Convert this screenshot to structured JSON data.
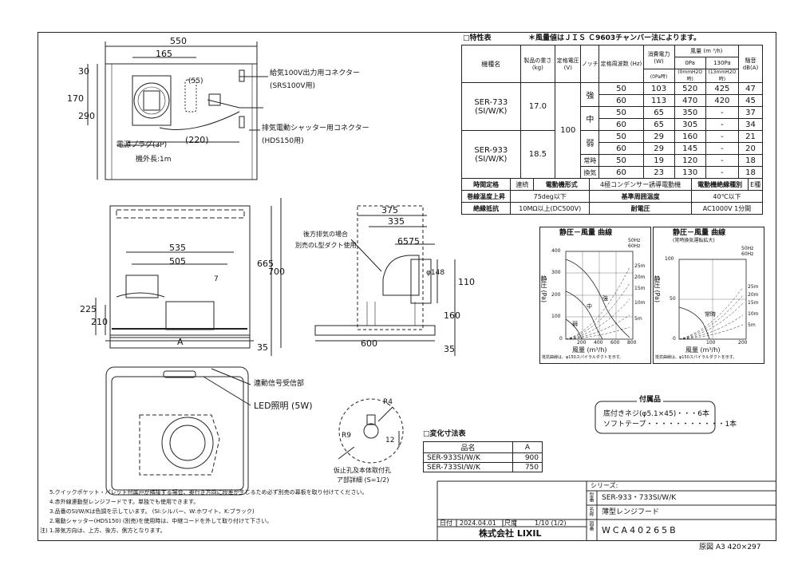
{
  "views": {
    "top": {
      "dim_width": "550",
      "dim_165": "165",
      "dim_30": "30",
      "dim_170": "170",
      "dim_290": "290",
      "dim_55": "(55)",
      "dim_220": "(220)",
      "connector_100v": "給気100V出力用コネクター",
      "connector_100v_sub": "(SRS100V用)",
      "shutter_connector": "排気電動シャッター用コネクター",
      "shutter_connector_sub": "(HDS150用)",
      "plug": "電源プラグ(3P)",
      "cord_length": "機外長:1m"
    },
    "front": {
      "dim_535": "535",
      "dim_505": "505",
      "dim_7": "7",
      "dim_225": "225",
      "dim_210": "210",
      "dim_665": "665",
      "dim_700": "700",
      "dim_35": "35",
      "dim_A": "A"
    },
    "side": {
      "dim_375": "375",
      "dim_335": "335",
      "dim_6575": "6575",
      "dim_d148": "φ148",
      "dim_110": "110",
      "dim_160": "160",
      "dim_600": "600",
      "dim_35": "35",
      "rear_note_1": "後方排気の場合",
      "rear_note_2": "別売のL型ダクト使用"
    },
    "bottom": {
      "sensor": "連動信号受信部",
      "led": "LED照明 (5W)"
    },
    "detail": {
      "r4": "R4",
      "r9": "R9",
      "d12": "12",
      "caption_1": "仮止孔及本体取付孔",
      "caption_2": "ア部詳細 (S=1/2)"
    }
  },
  "spec": {
    "title": "□特性表",
    "note": "＊風量値はＪＩＳ Ｃ9603チャンバー法によります。",
    "headers": {
      "model": "機種名",
      "weight": "製品の重さ (kg)",
      "voltage": "定格電圧 (V)",
      "notch": "ノッチ",
      "freq": "定格周波数 (Hz)",
      "power": "消費電力 (W)",
      "power_sub": "(0Pa時)",
      "airflow": "風量 (m ³/h)",
      "pa0": "0Pa",
      "pa130": "130Pa",
      "pa0_sub": "(0mmH2O時)",
      "pa130_sub": "(13mmH2O時)",
      "noise": "騒音 dB(A)"
    },
    "models": [
      {
        "name": "SER-733",
        "colors": "(SI/W/K)",
        "weight": "17.0"
      },
      {
        "name": "SER-933",
        "colors": "(SI/W/K)",
        "weight": "18.5"
      }
    ],
    "voltage": "100",
    "notches": [
      "強",
      "中",
      "弱",
      "常時",
      "換気"
    ],
    "rows": [
      [
        "50",
        "103",
        "520",
        "425",
        "47"
      ],
      [
        "60",
        "113",
        "470",
        "420",
        "45"
      ],
      [
        "50",
        "65",
        "350",
        "-",
        "37"
      ],
      [
        "60",
        "65",
        "305",
        "-",
        "34"
      ],
      [
        "50",
        "29",
        "160",
        "-",
        "21"
      ],
      [
        "60",
        "29",
        "145",
        "-",
        "20"
      ],
      [
        "50",
        "19",
        "120",
        "-",
        "18"
      ],
      [
        "60",
        "23",
        "130",
        "-",
        "18"
      ]
    ],
    "footer": {
      "rating_l": "時間定格",
      "rating_v": "連続",
      "motor_l": "電動機形式",
      "motor_v": "4極コンデンサー誘導電動機",
      "insul_class_l": "電動機絶縁種別",
      "insul_class_v": "E種",
      "temp_l": "巻線温度上昇",
      "temp_v": "75deg以下",
      "ambient_l": "基準周囲温度",
      "ambient_v": "40℃以下",
      "insul_l": "絶縁抵抗",
      "insul_v": "10MΩ以上(DC500V)",
      "withstand_l": "耐電圧",
      "withstand_v": "AC1000V 1分間"
    }
  },
  "graphs": [
    {
      "title": "静圧－風量 曲線",
      "legend_50": "50Hz",
      "legend_60": "60Hz",
      "y_label": "静圧 (Pa)",
      "x_label": "風量 (m³/h)",
      "y_ticks": [
        "400",
        "300",
        "200",
        "100",
        "0"
      ],
      "x_ticks": [
        "200",
        "400",
        "600",
        "800"
      ],
      "duct_labels": [
        "25m",
        "20m",
        "15m",
        "10m",
        "5m"
      ],
      "notch_labels": [
        "強",
        "中",
        "弱"
      ],
      "footnote": "抵抗曲線は、φ150スパイラルダクトを示す。"
    },
    {
      "title": "静圧－風量 曲線",
      "subtitle": "(常時換気運転拡大)",
      "legend_50": "50Hz",
      "legend_60": "60Hz",
      "y_label": "静圧 (Pa)",
      "x_label": "風量 (m³/h)",
      "y_ticks": [
        "100",
        "50",
        "0"
      ],
      "x_ticks": [
        "100",
        "200"
      ],
      "duct_labels": [
        "25m",
        "20m",
        "15m",
        "10m",
        "5m"
      ],
      "notch_labels": [
        "常時"
      ],
      "footnote": "抵抗曲線は、φ150スパイラルダクトを示す。"
    }
  ],
  "accessories": {
    "title": "付属品",
    "lines": [
      "底付きネジ(φ5.1×45)・・・6本",
      "ソフトテープ・・・・・・・・・・・1本"
    ]
  },
  "variants": {
    "title": "□変化寸法表",
    "header": [
      "品名",
      "A"
    ],
    "rows": [
      [
        "SER-933SI/W/K",
        "900"
      ],
      [
        "SER-733SI/W/K",
        "750"
      ]
    ]
  },
  "notes": [
    "5.クイックポケット・パレット付属戸が隣接する場合、奥行き方向に段差が生じるため必ず別売の幕板を取り付けてください。",
    "4.赤外線連動型レンジフードです。単独でも使用できます。",
    "3.品番のSI/W/Kは色調を示しています。 (SI:シルバー、W:ホワイト、K:ブラック)",
    "2.電動シャッター(HDS150) (別売)を使用時は、中継コードを外して取り付けて下さい。",
    "1.排気方向は、上方、後方、側方となります。"
  ],
  "notes_label": "注)",
  "title_block": {
    "series_label": "シリーズ:",
    "model_label": "型番",
    "model": "SER-933・733SI/W/K",
    "name_label": "名称",
    "name": "薄型レンジフード",
    "drawing_no_label": "図番",
    "drawing_no": "WCA40265B",
    "date_label": "日付",
    "date": "2024.04.01",
    "scale_label": "尺度",
    "scale": "1/10 (1/2)",
    "company": "株式会社 LIXIL"
  },
  "paper": "原図 A3 420×297"
}
